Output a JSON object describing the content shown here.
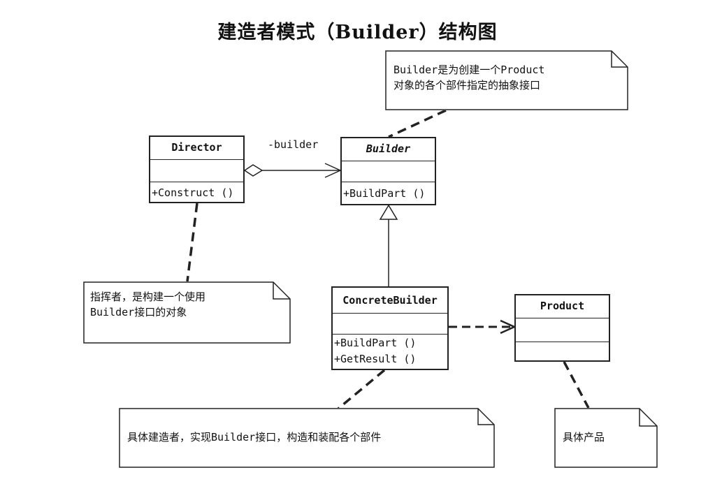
{
  "title": "建造者模式（Builder）结构图",
  "classes": {
    "director": {
      "name": "Director",
      "operations": [
        "+Construct ()"
      ]
    },
    "builder": {
      "name": "Builder",
      "operations": [
        "+BuildPart ()"
      ]
    },
    "concrete_builder": {
      "name": "ConcreteBuilder",
      "operations": [
        "+BuildPart ()",
        "+GetResult ()"
      ]
    },
    "product": {
      "name": "Product",
      "operations": []
    }
  },
  "association_role": "-builder",
  "notes": {
    "builder_note": {
      "line1": "Builder是为创建一个Product",
      "line2": "对象的各个部件指定的抽象接口"
    },
    "director_note": {
      "line1": "指挥者，是构建一个使用",
      "line2": "Builder接口的对象"
    },
    "concrete_note": {
      "line1": "具体建造者，实现Builder接口，构造和装配各个部件"
    },
    "product_note": {
      "line1": "具体产品"
    }
  }
}
